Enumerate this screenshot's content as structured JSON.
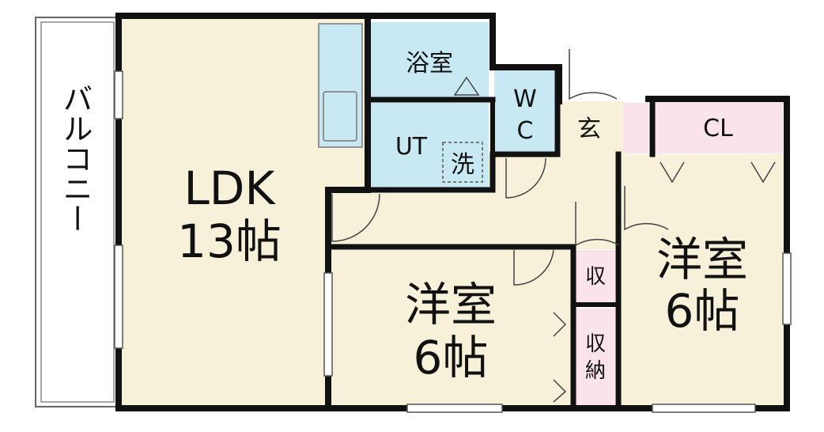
{
  "plan": {
    "balcony_label": "バルコニー",
    "ldk": {
      "name": "LDK",
      "size": "13帖"
    },
    "western_room_1": {
      "name": "洋室",
      "size": "6帖"
    },
    "western_room_2": {
      "name": "洋室",
      "size": "6帖"
    },
    "bathroom": "浴室",
    "utility": "UT",
    "washer": "洗",
    "toilet": {
      "line1": "W",
      "line2": "C"
    },
    "entrance": "玄",
    "closet": "CL",
    "storage_1": "収",
    "storage_2": {
      "line1": "収",
      "line2": "納"
    }
  },
  "colors": {
    "wall": "#111111",
    "ldk_floor": "#f8f1d9",
    "wet_area": "#c8e8f4",
    "storage": "#fae3ea",
    "balcony": "#ffffff"
  }
}
